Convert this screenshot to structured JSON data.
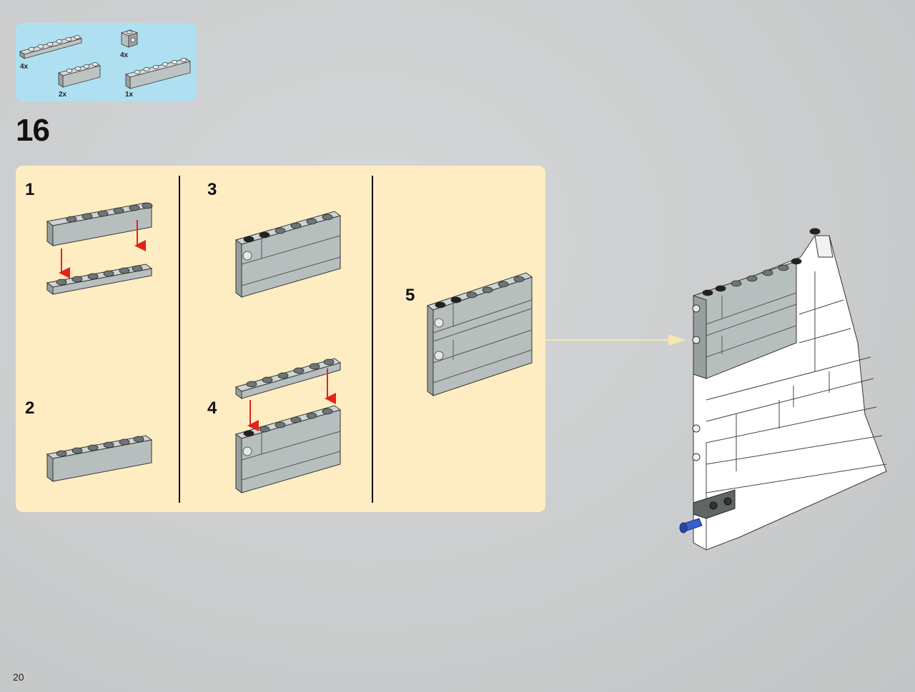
{
  "parts_list": {
    "items": [
      {
        "qty": "4x"
      },
      {
        "qty": "4x"
      },
      {
        "qty": "2x"
      },
      {
        "qty": "1x"
      }
    ]
  },
  "step": {
    "number": "16",
    "substeps": [
      {
        "label": "1"
      },
      {
        "label": "2"
      },
      {
        "label": "3"
      },
      {
        "label": "4"
      },
      {
        "label": "5"
      }
    ]
  },
  "colors": {
    "parts_bg": "#aee0f2",
    "panel_bg": "#feecc3",
    "arrow_red": "#e0241b",
    "callout_arrow": "#f7e6b0",
    "brick_gray": "#b7bfbe",
    "brick_white": "#ffffff"
  },
  "page_number": "20"
}
